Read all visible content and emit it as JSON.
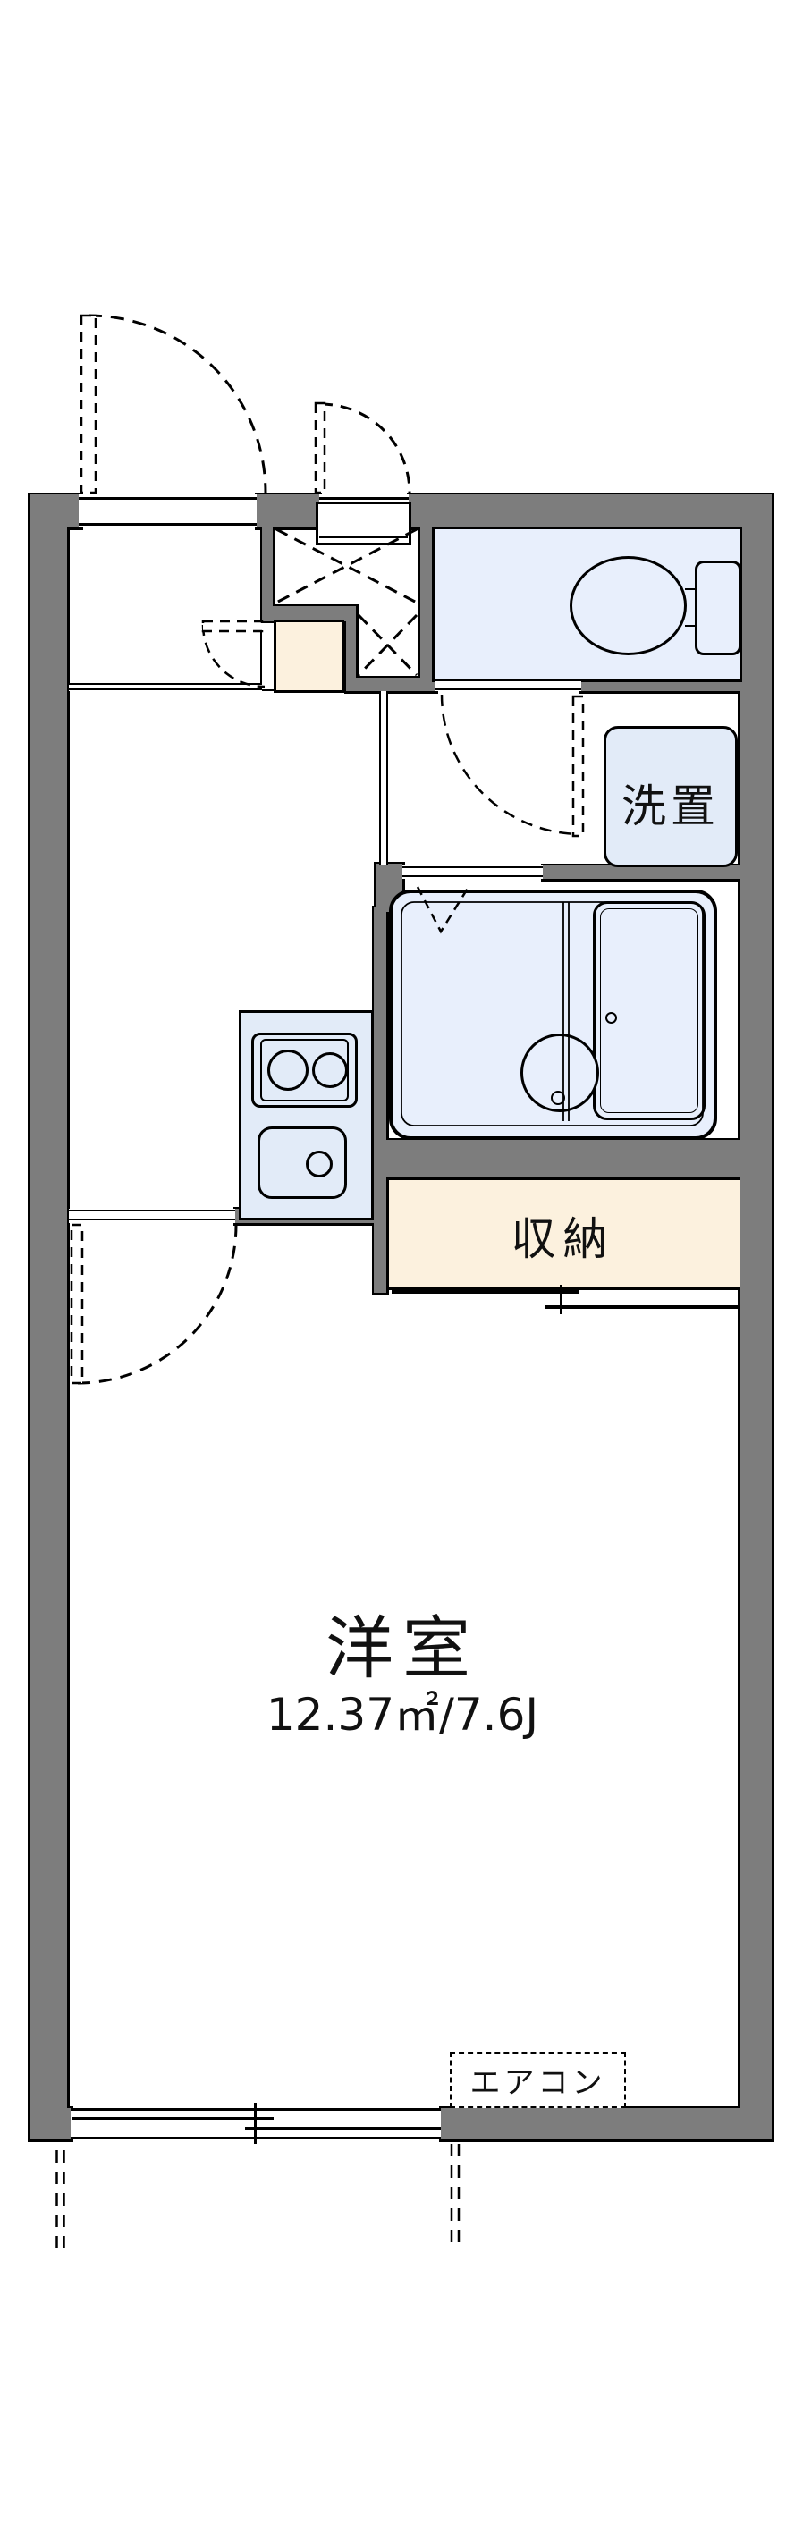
{
  "floorplan": {
    "labels": {
      "washer_area": "洗置",
      "storage": "収納",
      "main_room": "洋室",
      "main_room_size": "12.37㎡/7.6J",
      "aircon": "エアコン"
    },
    "colors": {
      "wall_gray": "#7d7d7d",
      "room_blue": "#e8effc",
      "fixture_blue": "#e2ebf8",
      "storage_cream": "#fcf1de",
      "line_black": "#000000"
    }
  }
}
